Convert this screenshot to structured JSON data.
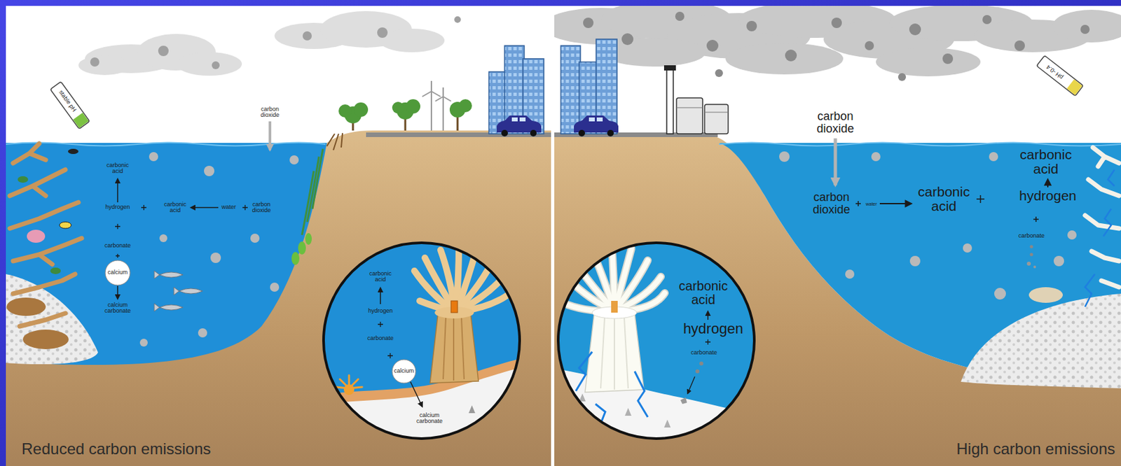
{
  "diagram": {
    "nodes": [
      {
        "text": [
          "carbonic acid",
          "hydrogen",
          "carbonate",
          "calcium",
          "calcium carbonate"
        ]
      },
      {
        "text": [
          "carbonic acid",
          "hydrogen",
          "carbonate"
        ]
      }
    ],
    "labels": [
      "stable pH",
      "carbon dioxide",
      "carbonic acid",
      "hydrogen",
      "carbonic acid",
      "water",
      "carbon dioxide",
      "carbonate",
      "calcium",
      "calcium carbonate",
      "Reduced carbon emissions",
      "pH -0.4",
      "carbon dioxide",
      "carbon dioxide",
      "water",
      "carbonic acid",
      "carbonic acid",
      "hydrogen",
      "carbonate",
      "High carbon emissions"
    ]
  }
}
